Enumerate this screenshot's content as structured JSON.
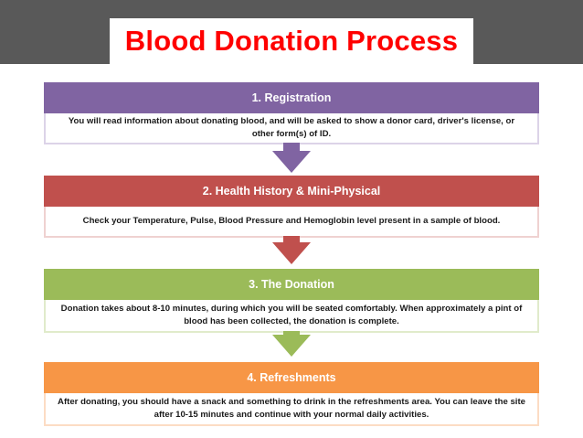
{
  "title": "Blood Donation Process",
  "colors": {
    "title_bar": "#595959",
    "title_text": "#ff0000",
    "step1": "#8064a2",
    "step1_light": "#dcd3e8",
    "step2": "#c0504d",
    "step2_light": "#efd2d1",
    "step3": "#9bbb59",
    "step3_light": "#e0ebcb",
    "step4": "#f79646",
    "step4_light": "#fcdcc4"
  },
  "steps": [
    {
      "heading": "1. Registration",
      "text": "You will read information about donating blood, and will be asked to show a donor card, driver's license, or other form(s) of ID."
    },
    {
      "heading": "2. Health History & Mini-Physical",
      "text": "Check your Temperature, Pulse, Blood Pressure and Hemoglobin level present in a sample of blood."
    },
    {
      "heading": "3. The Donation",
      "text": "Donation takes about 8-10 minutes, during which you will be seated comfortably. When approximately a pint of blood has been collected, the donation is complete."
    },
    {
      "heading": "4. Refreshments",
      "text": "After donating, you should have a snack and something to drink in the refreshments area. You can leave the site after 10-15 minutes and continue with your normal daily activities."
    }
  ]
}
